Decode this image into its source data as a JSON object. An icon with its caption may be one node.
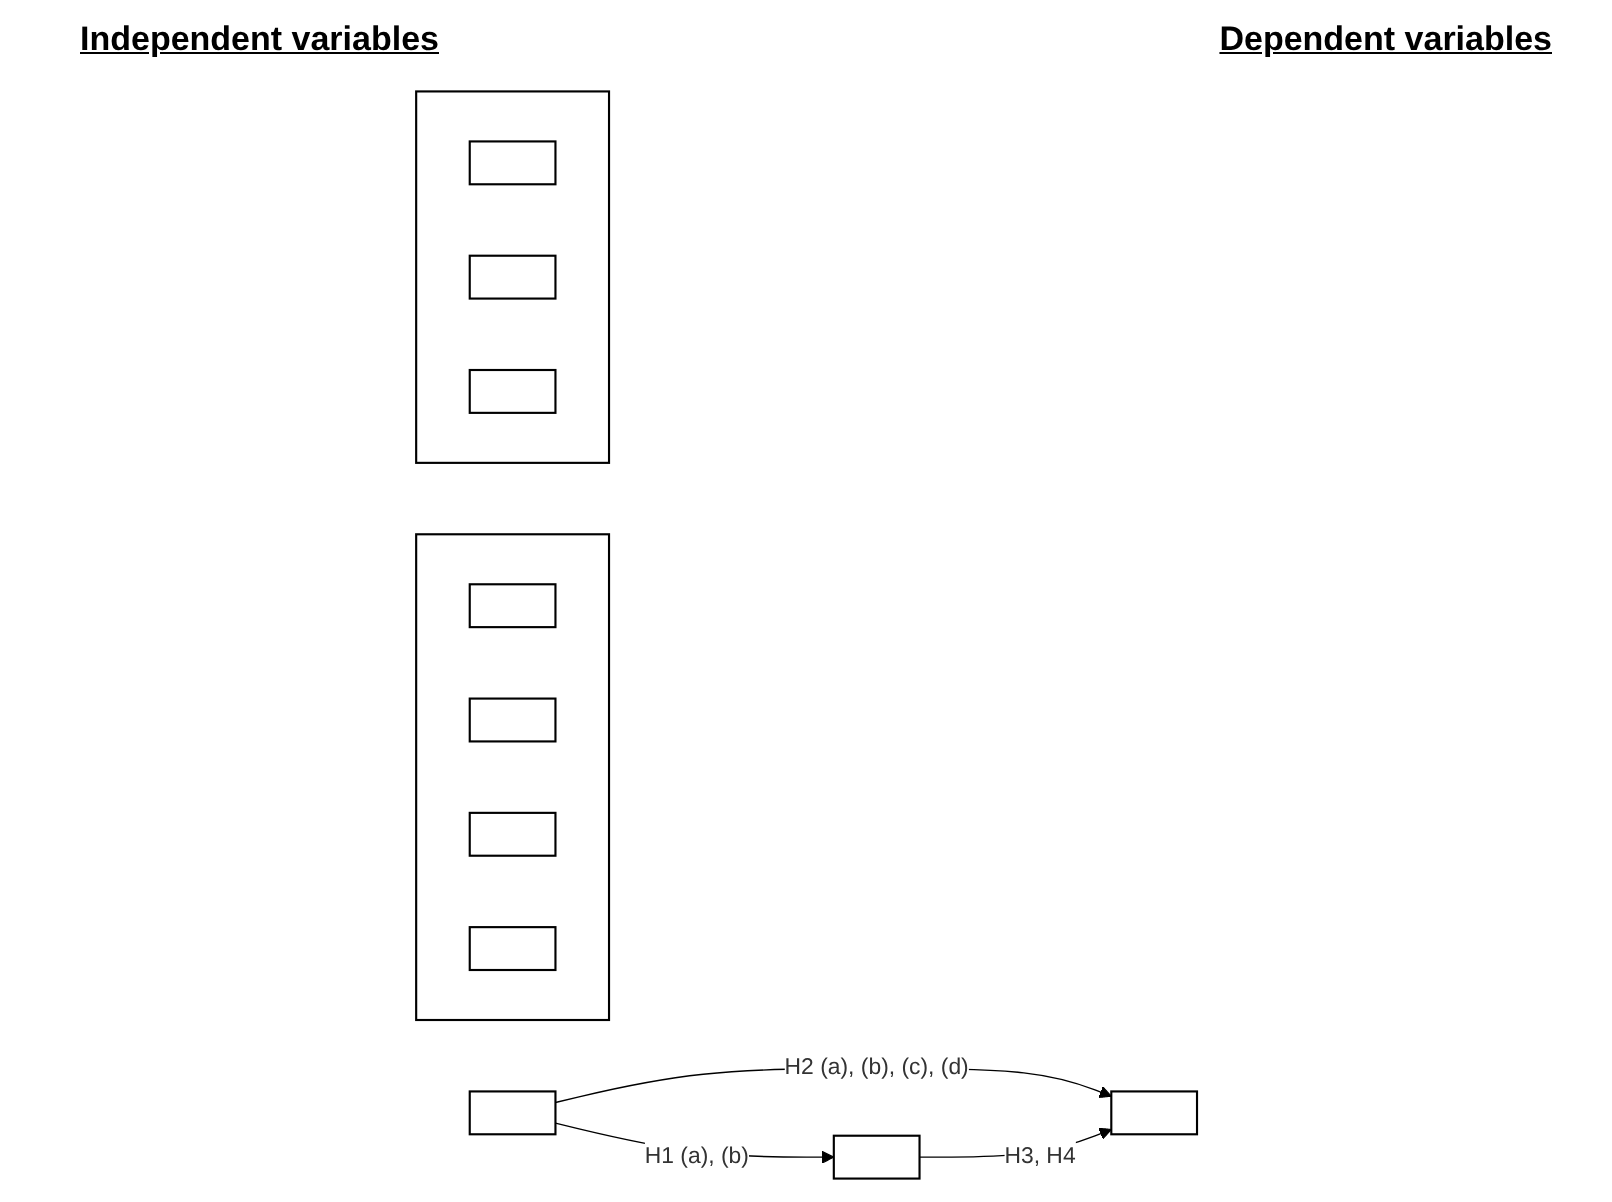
{
  "diagram": {
    "nodes": [
      {
        "text": [],
        "shape": "box"
      },
      {
        "text": [],
        "shape": "box"
      },
      {
        "text": [],
        "shape": "box",
        "in": 1
      },
      {
        "text": [],
        "shape": "box",
        "in": 1
      },
      {
        "text": [],
        "shape": "box",
        "in": 1
      },
      {
        "text": [],
        "shape": "box",
        "in": 1
      },
      {
        "text": [],
        "shape": "box"
      },
      {
        "text": [],
        "shape": "box"
      },
      {
        "text": [],
        "shape": "box"
      },
      {
        "text": [],
        "shape": "box",
        "in": 8
      },
      {
        "text": [],
        "shape": "box",
        "in": 8
      },
      {
        "text": [],
        "shape": "box",
        "in": 8
      }
    ],
    "edges": [
      {
        "from": 0,
        "to": 6,
        "arrow": "to",
        "label": "H1 (a), (b)"
      },
      {
        "from": 0,
        "to": 7,
        "arrow": "to",
        "label": "H2 (a), (b), (c), (d)"
      },
      {
        "from": 6,
        "to": 7,
        "arrow": "to",
        "label": "H3, H4"
      }
    ],
    "labels": [
      "Independent variables",
      "Dependent variables"
    ]
  }
}
